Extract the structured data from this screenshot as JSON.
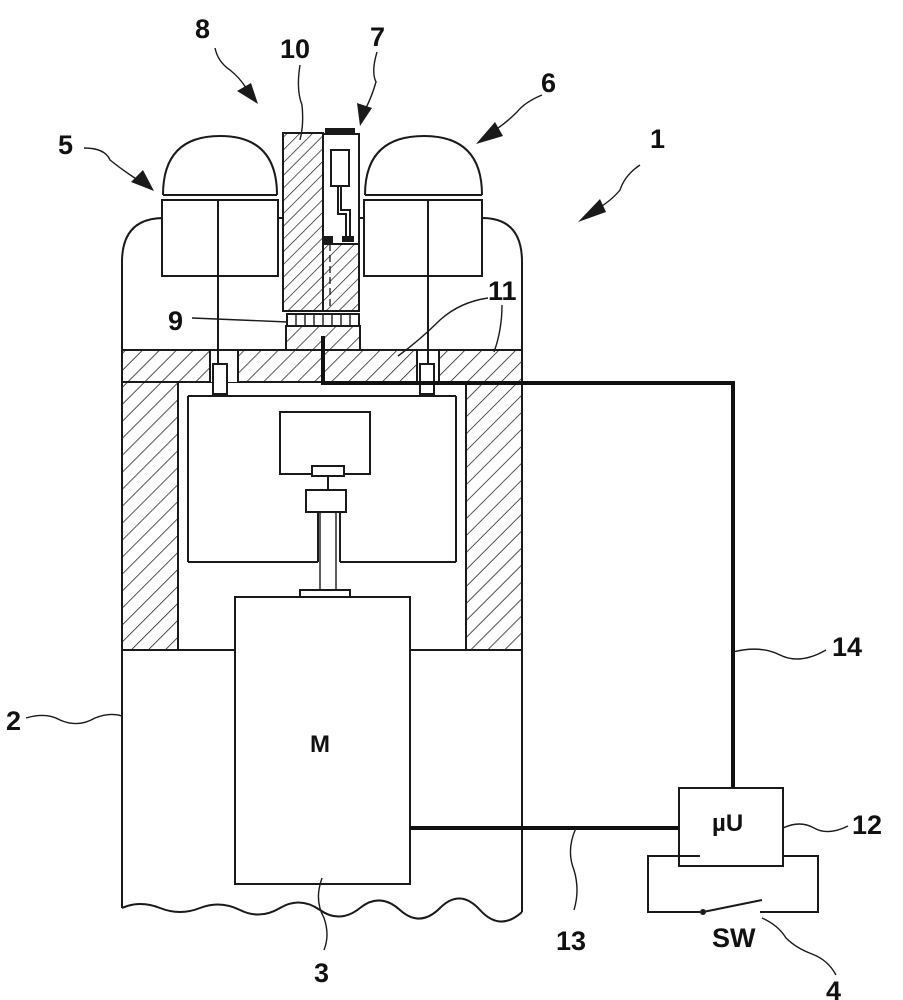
{
  "labels": {
    "ref_1": "1",
    "ref_2": "2",
    "ref_3": "3",
    "ref_4": "4",
    "ref_5": "5",
    "ref_6": "6",
    "ref_7": "7",
    "ref_8": "8",
    "ref_9": "9",
    "ref_10": "10",
    "ref_11": "11",
    "ref_12": "12",
    "ref_13": "13",
    "ref_14": "14",
    "motor": "M",
    "microcontroller": "µU",
    "switch": "SW"
  },
  "colors": {
    "line": "#1a1a1a",
    "background": "#ffffff"
  }
}
